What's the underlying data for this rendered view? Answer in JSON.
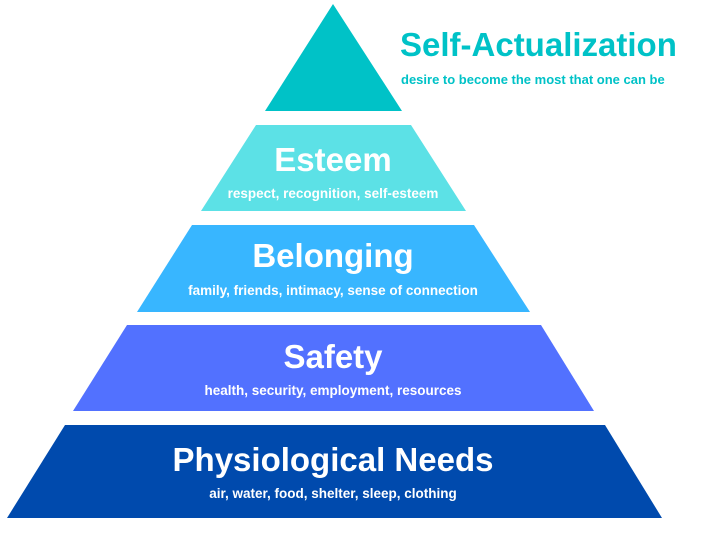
{
  "levels": [
    {
      "title": "Self-Actualization",
      "subtitle": "desire to become the most that one can be",
      "color": "#00C2C7"
    },
    {
      "title": "Esteem",
      "subtitle": "respect, recognition, self-esteem",
      "color": "#5CE1E6"
    },
    {
      "title": "Belonging",
      "subtitle": "family, friends, intimacy, sense of connection",
      "color": "#38B6FF"
    },
    {
      "title": "Safety",
      "subtitle": "health, security, employment, resources",
      "color": "#5271FF"
    },
    {
      "title": "Physiological Needs",
      "subtitle": "air, water, food, shelter, sleep, clothing",
      "color": "#004AAD"
    }
  ]
}
